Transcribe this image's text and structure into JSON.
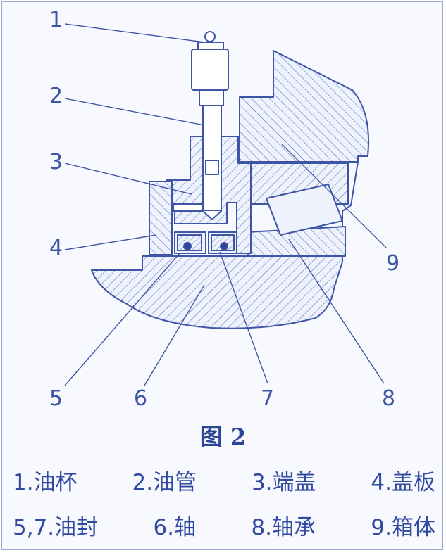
{
  "figure": {
    "title": "图 2",
    "callouts": [
      "1",
      "2",
      "3",
      "4",
      "5",
      "6",
      "7",
      "8",
      "9"
    ]
  },
  "legend": {
    "row1": [
      "1.油杯",
      "2.油管",
      "3.端盖",
      "4.盖板"
    ],
    "row2": [
      "5,7.油封",
      "6.轴",
      "8.轴承",
      "9.箱体"
    ]
  },
  "colors": {
    "line": "#3e55a5",
    "fill": "#eef2fc",
    "text": "#2f4aa0"
  }
}
